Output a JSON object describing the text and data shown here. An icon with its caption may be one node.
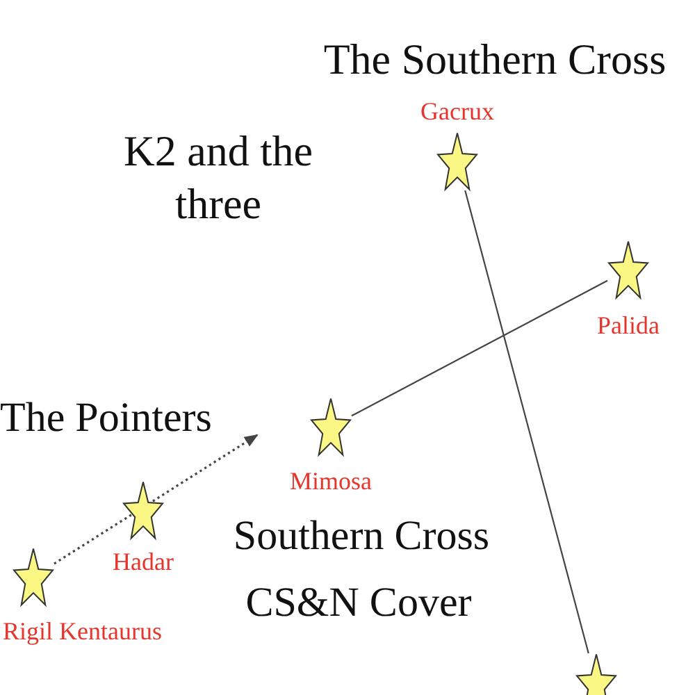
{
  "diagram": {
    "title": "The Southern Cross",
    "nodes": [
      {
        "text": [],
        "shape": "star",
        "beside": [
          "Gacrux"
        ]
      },
      {
        "text": [],
        "shape": "star",
        "beside": [
          "Palida"
        ]
      },
      {
        "text": [],
        "shape": "star",
        "beside": [
          "Mimosa"
        ]
      },
      {
        "text": [],
        "shape": "star",
        "beside": [
          "Hadar"
        ]
      },
      {
        "text": [],
        "shape": "star",
        "beside": [
          "Rigil Kentaurus"
        ]
      },
      {
        "text": [],
        "shape": "star"
      }
    ],
    "edges": [
      {
        "from": 0,
        "to": 5,
        "arrow": "none"
      },
      {
        "from": 1,
        "to": 2,
        "arrow": "none"
      },
      {
        "from": 4,
        "to": null,
        "arrow": "to",
        "style": "dashed"
      }
    ],
    "labels": [
      "K2 and the three",
      "The Pointers",
      "Southern Cross",
      "CS&N Cover"
    ]
  }
}
